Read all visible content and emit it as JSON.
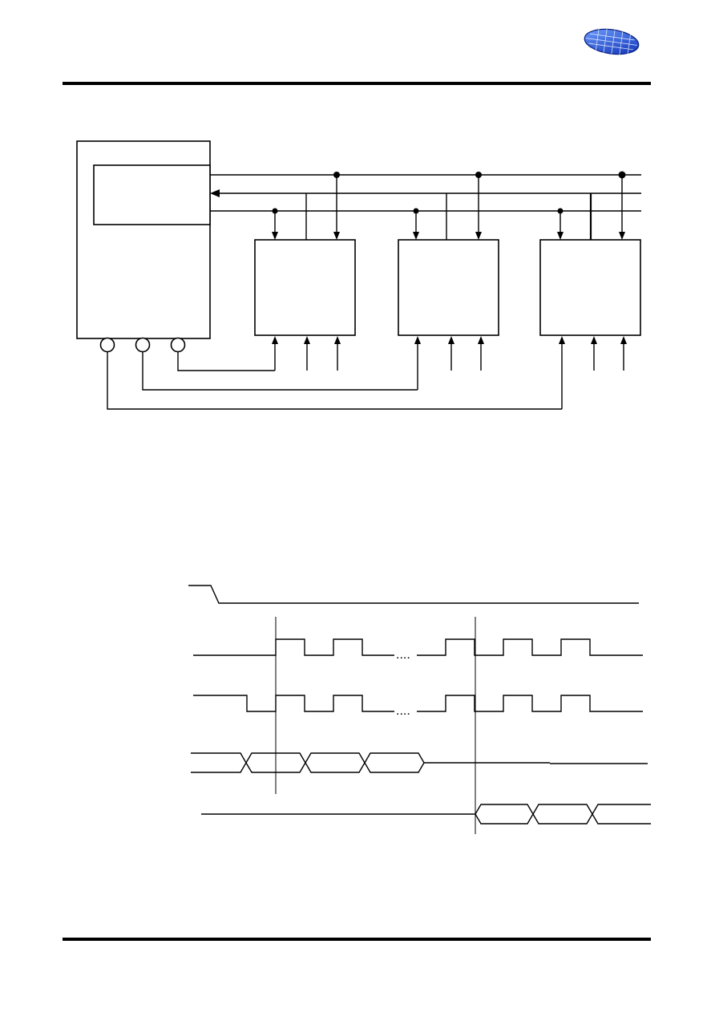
{
  "header": {
    "logo": "wafer-logo",
    "accent_color": "#1a3fd1"
  },
  "block_diagram": {
    "master_device": {
      "label": ""
    },
    "slave_devices": [
      {
        "label": ""
      },
      {
        "label": ""
      },
      {
        "label": ""
      }
    ],
    "bus_lines": 3,
    "chip_select_pins": 3
  },
  "timing_diagram": {
    "signals": [
      {
        "name": ""
      },
      {
        "name": ""
      },
      {
        "name": ""
      },
      {
        "name": ""
      },
      {
        "name": ""
      }
    ],
    "ellipsis": "...."
  },
  "footer": {}
}
